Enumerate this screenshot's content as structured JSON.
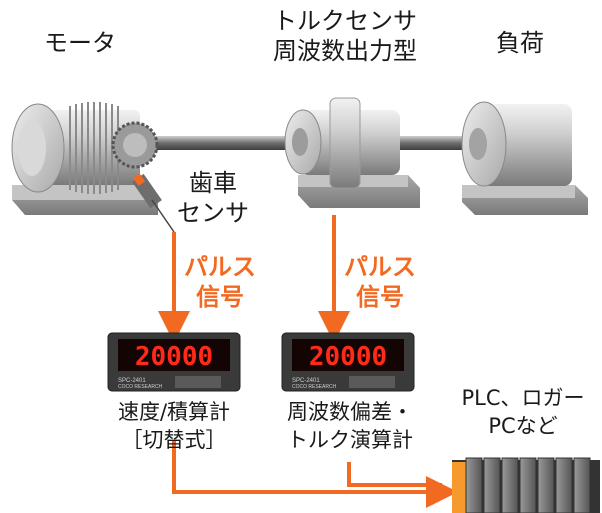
{
  "labels": {
    "motor": "モータ",
    "torque_sensor_line1": "トルクセンサ",
    "torque_sensor_line2": "周波数出力型",
    "load": "負荷",
    "gear_sensor_line1": "歯車",
    "gear_sensor_line2": "センサ",
    "pulse_left_line1": "パルス",
    "pulse_left_line2": "信号",
    "pulse_right_line1": "パルス",
    "pulse_right_line2": "信号",
    "plc_line1": "PLC、ロガー",
    "plc_line2": "PCなど"
  },
  "meters": [
    {
      "display": "20000",
      "model": "SPC-2401",
      "brand": "COCO RESEARCH",
      "caption_line1": "速度/積算計",
      "caption_line2": "［切替式］"
    },
    {
      "display": "20000",
      "model": "SPC-2401",
      "brand": "COCO RESEARCH",
      "caption_line1": "周波数偏差・",
      "caption_line2": "トルク演算計"
    }
  ],
  "colors": {
    "accent": "#f26a21",
    "display_red": "#ff2a1a",
    "machine_gray": "#b5b5b5"
  }
}
